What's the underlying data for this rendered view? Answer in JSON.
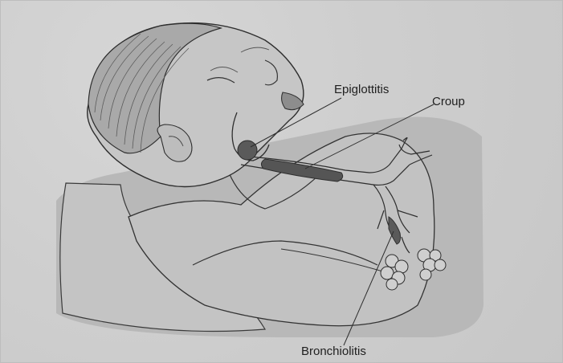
{
  "labels": {
    "epiglottitis": "Epiglottitis",
    "croup": "Croup",
    "bronchiolitis": "Bronchiolitis"
  },
  "colors": {
    "background": "#cdcdcd",
    "shadow_region": "#b5b5b5",
    "ink": "#2e2e2e",
    "lesion": "#5a5a5a"
  }
}
